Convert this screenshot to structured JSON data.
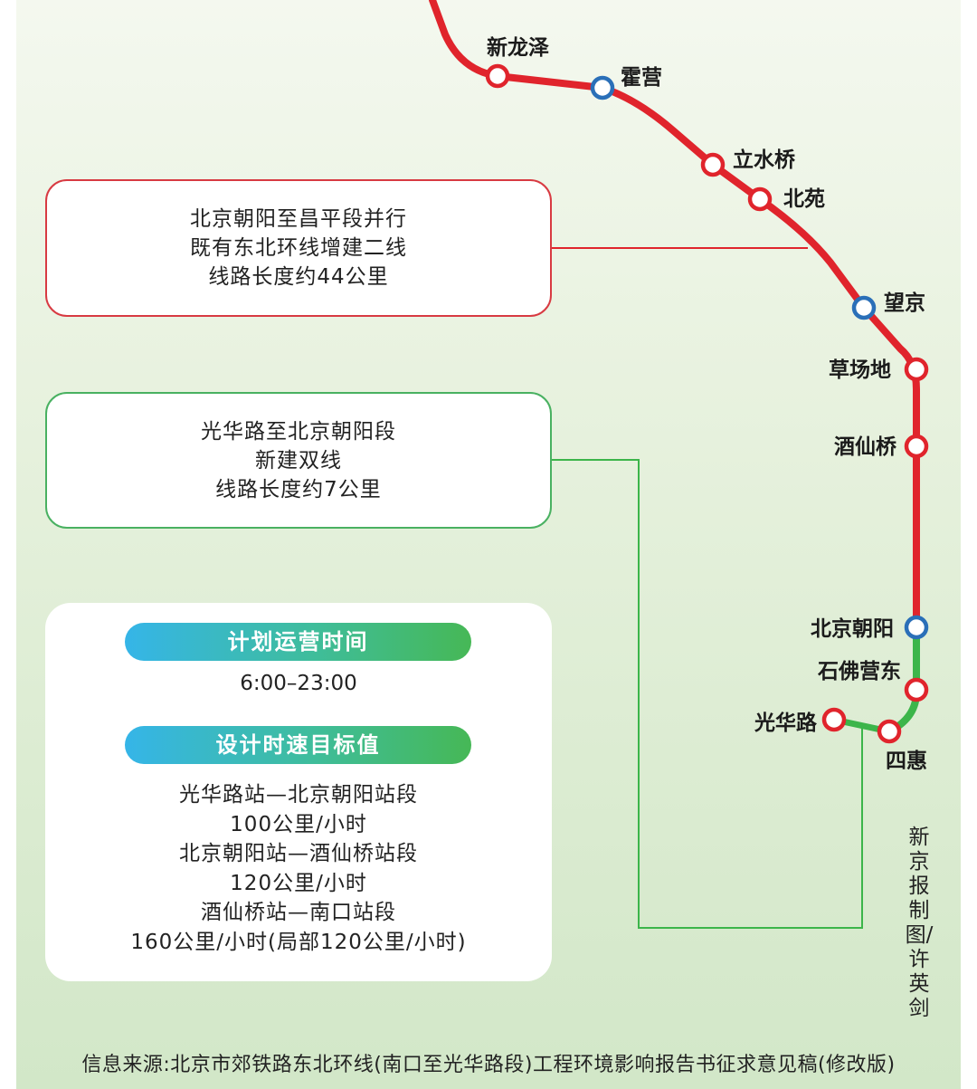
{
  "route": {
    "stations": [
      {
        "name": "新龙泽",
        "type": "regular"
      },
      {
        "name": "霍营",
        "type": "transfer"
      },
      {
        "name": "立水桥",
        "type": "regular"
      },
      {
        "name": "北苑",
        "type": "regular"
      },
      {
        "name": "望京",
        "type": "transfer"
      },
      {
        "name": "草场地",
        "type": "regular"
      },
      {
        "name": "酒仙桥",
        "type": "regular"
      },
      {
        "name": "北京朝阳",
        "type": "transfer"
      },
      {
        "name": "石佛营东",
        "type": "regular"
      },
      {
        "name": "四惠",
        "type": "regular"
      },
      {
        "name": "光华路",
        "type": "regular"
      }
    ],
    "segment_colors": {
      "existing": "#e0242c",
      "new": "#3cb54a",
      "transfer_ring": "#2a6fb8"
    }
  },
  "callouts": {
    "existing_segment": [
      "北京朝阳至昌平段并行",
      "既有东北环线增建二线",
      "线路长度约44公里"
    ],
    "new_segment": [
      "光华路至北京朝阳段",
      "新建双线",
      "线路长度约7公里"
    ]
  },
  "schedule": {
    "hours_title": "计划运营时间",
    "hours": "6:00–23:00",
    "speed_title": "设计时速目标值",
    "speed_lines": [
      "光华路站—北京朝阳站段",
      "100公里/小时",
      "北京朝阳站—酒仙桥站段",
      "120公里/小时",
      "酒仙桥站—南口站段",
      "160公里/小时(局部120公里/小时)"
    ]
  },
  "credit": "新京报制图/许英剑",
  "source": "信息来源:北京市郊铁路东北环线(南口至光华路段)工程环境影响报告书征求意见稿(修改版)"
}
